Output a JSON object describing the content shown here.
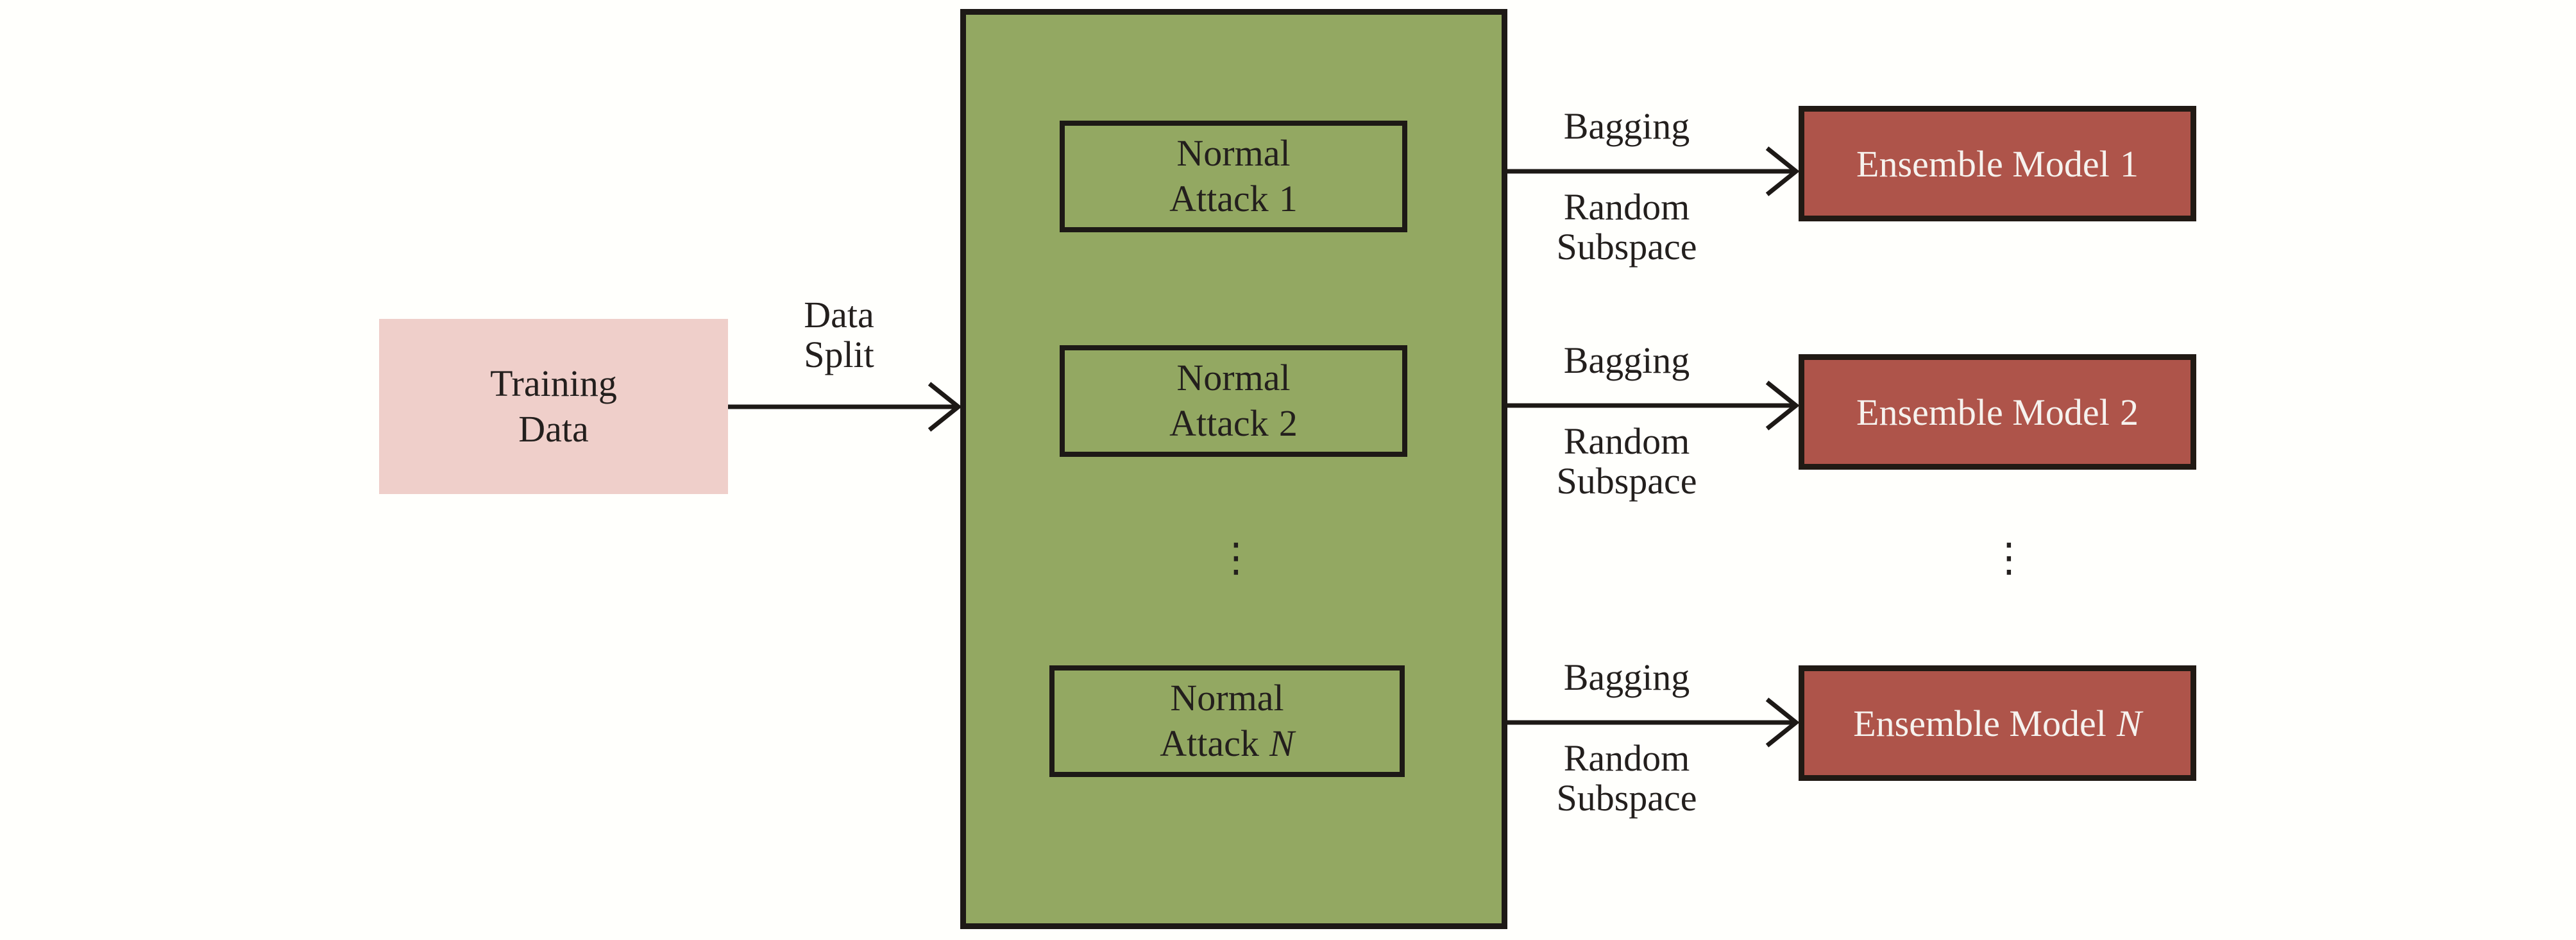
{
  "diagram_title": "",
  "colors": {
    "background": "#ffffff",
    "training_box_fill": "#efcfca",
    "pool_box_fill": "#93a862",
    "ensemble_box_fill": "#ae544a",
    "line_and_border": "#1d1916",
    "dark_text": "#231f1d",
    "light_text": "#f6f2ee"
  },
  "training": {
    "line1": "Training",
    "line2": "Data"
  },
  "split_label": {
    "line1": "Data",
    "line2": "Split"
  },
  "pool": {
    "attacks": [
      {
        "line1": "Normal",
        "label": "Attack",
        "index": "1"
      },
      {
        "line1": "Normal",
        "label": "Attack",
        "index": "2"
      },
      {
        "line1": "Normal",
        "label": "Attack",
        "index": "N"
      }
    ],
    "ellipsis": "⋮"
  },
  "connectors": [
    {
      "top_label": "Bagging",
      "bottom_line1": "Random",
      "bottom_line2": "Subspace"
    },
    {
      "top_label": "Bagging",
      "bottom_line1": "Random",
      "bottom_line2": "Subspace"
    },
    {
      "top_label": "Bagging",
      "bottom_line1": "Random",
      "bottom_line2": "Subspace"
    }
  ],
  "ensembles": [
    {
      "label": "Ensemble Model",
      "index": "1"
    },
    {
      "label": "Ensemble Model",
      "index": "2"
    },
    {
      "label": "Ensemble Model",
      "index": "N"
    }
  ],
  "ensemble_ellipsis": "⋮"
}
